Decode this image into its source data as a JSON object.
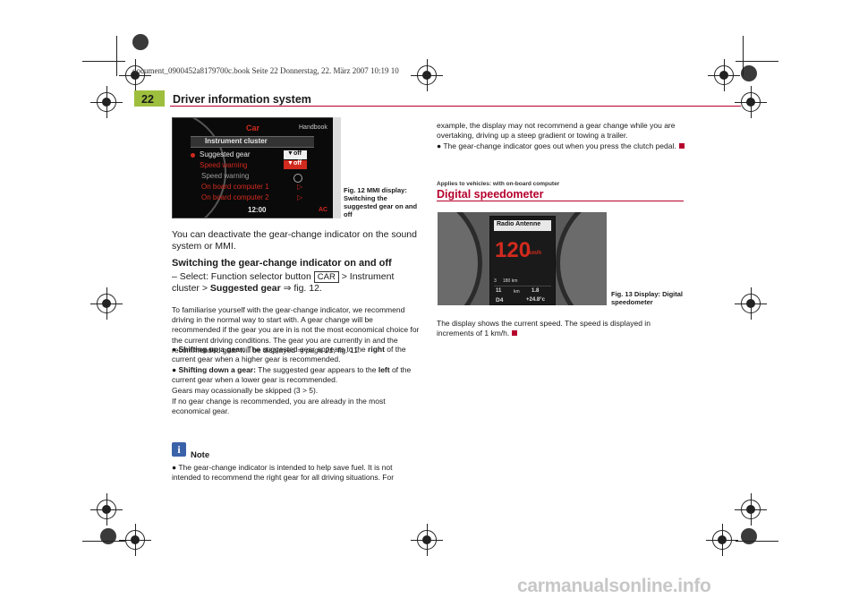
{
  "file_info": "document_0900452a8179700c.book  Seite 22  Donnerstag, 22. März 2007  10:19 10",
  "header": {
    "page_number": "22",
    "running_head": "Driver information system",
    "accent_color": "#b5002d"
  },
  "figure12": {
    "screen_title": "Car",
    "screen_corner": "Handbook",
    "submenu": "Instrument cluster",
    "items": [
      "Suggested gear",
      "Speed warning",
      "Speed warning",
      "On board computer 1",
      "On board computer 2"
    ],
    "toggle1": "off",
    "toggle2": "off",
    "clock": "12:00",
    "corner_label": "AC",
    "caption": "Fig. 12  MMI display: Switching the suggested gear on and off"
  },
  "left_column": {
    "lead": "You can deactivate the gear-change indicator on the sound system or MMI.",
    "section_heading": "Switching the gear-change indicator on and off",
    "step_prefix": "– Select: Function selector button ",
    "step_key": "CAR",
    "step_middle": " > Instrument cluster > ",
    "step_bold": "Suggested gear",
    "step_suffix": " ⇒ fig. 12.",
    "para1_a": "To familiarise yourself with the gear-change indicator, we recommend driving in the normal way to start with. A gear change will be recommended if the gear you are in is not the most economical choice for the current driving conditions. The gear you are currently in and the recommended gear will be displayed ⇒ ",
    "para1_ref": "page 21",
    "para1_b": ", fig. 11.",
    "bullet1_bold": "Shifting up a gear:",
    "bullet1_text": " The suggested gear appears to the ",
    "bullet1_bold2": "right",
    "bullet1_text2": " of the current gear when a higher gear is recommended.",
    "bullet2_bold": "Shifting down a gear:",
    "bullet2_text": " The suggested gear appears to the ",
    "bullet2_bold2": "left",
    "bullet2_text2": " of the current gear when a lower gear is recommended.",
    "para2": "Gears may ocassionally be skipped (3 > 5).",
    "para3": "If no gear change is recommended, you are already in the most economical gear.",
    "note_label": "Note",
    "note_bullet": "The gear-change indicator is intended to help save fuel. It is not intended to recommend the right gear for all driving situations. For"
  },
  "right_column": {
    "para_cont": "example, the display may not recommend a gear change while you are overtaking, driving up a steep gradient or towing a trailer.",
    "bullet": "The gear-change indicator goes out when you press the clutch pedal.",
    "applies": "Applies to vehicles: with on-board computer",
    "section_title": "Digital speedometer",
    "para_speedo": "The display shows the current speed. The speed is displayed in increments of 1 km/h."
  },
  "figure13": {
    "radio_label": "Radio Antenne",
    "speed_value": "120",
    "speed_unit": "km/h",
    "trip_gear": "3",
    "trip_dist": "180 km",
    "odo1": "11",
    "odo_unit": "km",
    "odo2": "1.8",
    "gear": "D4",
    "temp": "+24.8°c",
    "caption": "Fig. 13  Display: Digital speedometer"
  },
  "watermark": "carmanualsonline.info"
}
